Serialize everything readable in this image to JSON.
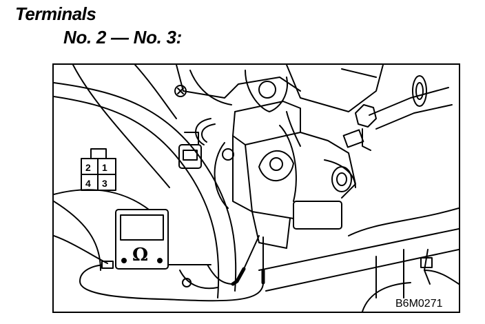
{
  "title": "Terminals",
  "subtitle": "No. 2 — No. 3:",
  "figure": {
    "connector_pins": [
      "2",
      "1",
      "4",
      "3"
    ],
    "meter_symbol": "Ω",
    "code": "B6M0271"
  },
  "colors": {
    "ink": "#000000",
    "paper": "#ffffff"
  }
}
